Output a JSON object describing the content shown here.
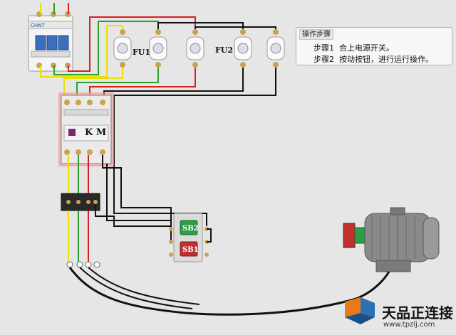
{
  "circuit_labels": {
    "fuse_group_1": "FU1",
    "fuse_group_2": "FU2",
    "contactor": "K M",
    "button_top": "SB2",
    "button_bottom": "SB1",
    "breaker_brand": "CHNT"
  },
  "steps_panel": {
    "title": "操作步骤",
    "step1_label": "步骤1",
    "step1_text": "合上电源开关。",
    "step2_label": "步骤2",
    "step2_text": "按动按钮，进行运行操作。"
  },
  "logo": {
    "name": "天品正连接",
    "url": "www.tpzlj.com"
  },
  "colors": {
    "background": "#e6e6e6",
    "wire_red": "#d82020",
    "wire_green": "#2ca02c",
    "wire_yellow": "#e8e000",
    "wire_black": "#111111",
    "contactor_highlight": "#e8a0a0",
    "button_green": "#2e9e45",
    "button_red": "#c0302e",
    "motor_gray": "#8a8a8a",
    "logo_orange": "#e87a1a",
    "logo_blue": "#2f6fb5"
  }
}
